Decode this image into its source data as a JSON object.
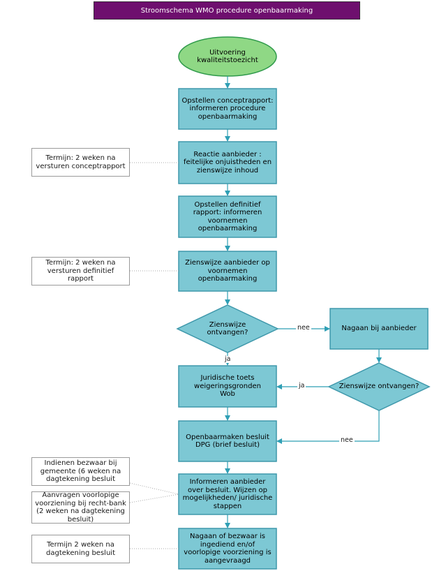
{
  "title": "Stroomschema WMO procedure openbaarmaking",
  "colors": {
    "title_bg": "#6e0f6e",
    "box_fill": "#7dc8d4",
    "box_stroke": "#3f98ab",
    "start_fill": "#8fd885",
    "start_stroke": "#2f9a4b",
    "connector": "#2f9fb5"
  },
  "nodes": {
    "start": "Uitvoering kwaliteitstoezicht",
    "concept": "Opstellen conceptrapport: informeren procedure openbaarmaking",
    "reactie": "Reactie aanbieder : feitelijke onjuistheden en zienswijze inhoud",
    "definitief": "Opstellen definitief rapport: informeren voornemen openbaarmaking",
    "zienswijze": "Zienswijze aanbieder op voornemen openbaarmaking",
    "decision1": "Zienswijze ontvangen?",
    "nagaan": "Nagaan bij aanbieder",
    "decision2": "Zienswijze ontvangen?",
    "juridische": "Juridische toets weigeringsgronden Wob",
    "openbaar": "Openbaarmaken besluit DPG (brief besluit)",
    "informeren": "Informeren aanbieder over besluit. Wijzen op mogelijkheden/ juridische stappen",
    "bezwaar": "Nagaan of bezwaar is ingediend en/of voorlopige voorziening is aangevraagd"
  },
  "notes": {
    "note1": "Termijn: 2 weken na versturen conceptrapport",
    "note2": "Termijn: 2 weken na versturen definitief rapport",
    "note3": "Indienen bezwaar bij gemeente (6 weken na dagtekening besluit",
    "note4": "Aanvragen voorlopige voorziening bij recht-bank (2 weken na dagtekening besluit)",
    "note5": "Termijn 2 weken na dagtekening besluit"
  },
  "edge_labels": {
    "nee1": "nee",
    "ja1": "ja",
    "ja2": "ja",
    "nee2": "nee"
  }
}
